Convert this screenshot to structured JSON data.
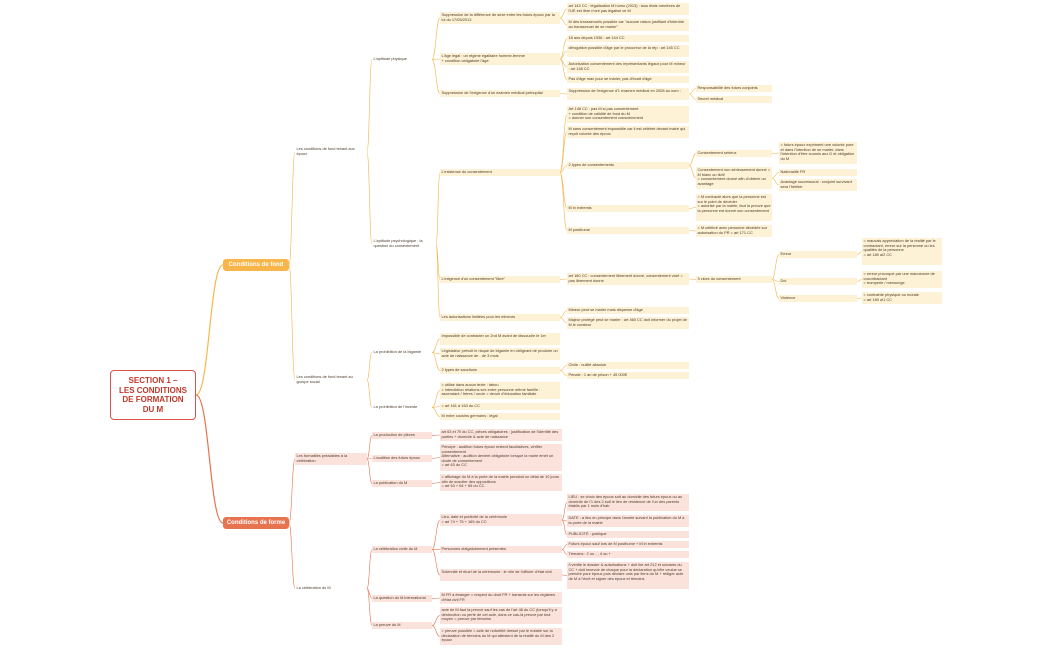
{
  "root": "SECTION 1 –\nLES CONDITIONS\nDE FORMATION\nDU M",
  "main": {
    "fond": "Conditions de fond",
    "forme": "Conditions de forme"
  },
  "fond": {
    "fond_epoux": "Les conditions de fond tenant aux époux",
    "fond_social": "Les conditions de fond tenant au groupe social",
    "aptitude_physique": "L'aptitude physique",
    "aptitude_psy": "L'aptitude psychologique : la question du consentement",
    "prohibition_bigamie": "La prohibition de la bigamie",
    "prohibition_inceste": "La prohibition de l'inceste",
    "suppression_sexe": "Suppression de la différence de sexe entre les futurs époux par la loi du 17/05/2013",
    "art143": "art 143 CC : légalisation M homo (2013) : tous états membres de l'UE est libre n'ont pas légalisé ce M",
    "m_transsexuels": "M des transsexuels possible car \"aucune raison justifiant d'interdire au transsexuel de se marier\"",
    "age_legal": "L'âge légal : un régime égalitaire homme-femme\n+ condition obligatoire l'âge",
    "age_18": "18 ans depuis 1936 : art 144 CC",
    "derogation_age": "dérogation possible d'âge par le procureur de la rép : art 145 CC",
    "autorisation_mineur": "Autorisation consentement des représentants légaux pour M mineur : art 148 CC",
    "pas_age_max": "Pas d'âge max pour se marier, pas d'écart d'âge",
    "suppression_examen": "Suppression de l'exigence d'un examen médical prénuptial",
    "suppression_2008": "Suppression de l'exigence d'1 examen médical en 2008 au nom :",
    "responsabilite": "Responsabilité des futurs conjoints",
    "secret_medical": "Secret médical",
    "existence_consentement": "L'existence du consentement",
    "art146": "Art 146 CC : pas M si pas consentement\n+ condition de validité de fond du M\n= donner son consentement consciemment",
    "m_sans_consentement": "M sans consentement impossible car il est célébré devant maire qui reçoit volonté des époux",
    "deux_types_consentements": "2 types de consentements",
    "consentement_serieux": "Consentement sérieux",
    "futurs_epoux_expriment": "= futurs époux expriment une volonté pure et dans l'intention de se marier, dans l'intention d'être soumis aux D et obligation du M",
    "consentement_non_serieux": "Consentement non sérieusement donné = M blanc ou fictif\n= consentement donné afin d'obtenir un avantage",
    "nationalite_fr": "Nationalité FR",
    "avantage_successoral": "Avantage successoral : conjoint survivant sera l'héritier",
    "m_in_extremis": "M in extremis",
    "m_contracte": "= M contracté alors que la personne est sur le point de décéder\n= autorisé par la mairie, faut la preuve que la personne est donné son consentement",
    "m_posthume": "M posthume",
    "m_celebre_posthume": "= M célébré avec personne décédée sur autorisation du PR = art 171 CC",
    "exigence_libre": "L'exigence d'un consentement \"libre\"",
    "art180": "art 180 CC : consentement librement donné, consentement vicié = pas librement donné",
    "trois_vices": "3 vices du consentement",
    "erreur": "Erreur",
    "erreur_desc": "= mauvais appréciation de la réalité par le contractant, erreur sur la personne ou les qualités de la personne\n= art 180 al2 CC",
    "dol": "Dol",
    "dol_desc": "= erreur provoqué par une manoeuvre de cocontractant\n= tromperie / mensonge",
    "violence": "Violence",
    "violence_desc": "= contrainte physique ou morale\n= art 180 al1 CC",
    "autorisations_mineurs": "Les autorisations limitées pour les mineurs",
    "mineur_marier": "Mineur peut se marier mais dispense d'âge",
    "majeur_protege": "Majeur protégé peut se marier : art 460 CC doit informer du projet de M le curateur",
    "impossibilite_2nd": "Impossible de contracter un 2nd M avant de dissoudre le 1er",
    "legislateur": "Législateur prévoit le risque de bigamie en obligeant de produire un acte de naissance de - de 3 mois",
    "deux_sanctions": "2 types de sanctions",
    "civile": "Civile : nullité absolue",
    "penale": "Pénale : 1 an de prison + 45 000€",
    "inceste_desc": "= utilisé dans aucun texte : tabou\n= interdiction relations sex entre personne même famille : ascendant / frères / oncle = devoir d'éducation familiale",
    "art161": "= art 161 à 163 du CC",
    "m_cousins": "M entre cousins germains : légal"
  },
  "forme": {
    "formalites_prealables": "Les formalités préalables à la célébration",
    "celebration_m": "La célébration du M",
    "production_pieces": "La production de pièces",
    "pieces_desc": "art 63 et 70 du CC, pièces obligatoires : justification de l'identité des parties + domicile & acte de naissance",
    "audition": "L'audition des futurs époux",
    "audition_desc": "Principe : audition futurs époux restent facultatives, vérifier consentement\nAlternative : audition devient obligatoire lorsque la maire émet un doute de consentement\n= art 63 du CC",
    "publication": "La publication du M",
    "publication_desc": "= affichage du M à la porte de la mairie pendant un délai de 10 jours afin de susciter des oppositions\n= art 63 + 64 + 65 du CC",
    "celebration_civile": "La célébration civile du M",
    "lieu_date": "Lieu, date et publicité de la cérémonie\n= art 74 + 75 + 165 du CC",
    "lieu_ubu": "LIEU : se choix des époux soit au domicile des futurs époux ou au domicile de l'1 des 2 soit le lieu de résidence de l'un des parents établis par 1 mois d'hab",
    "date": "DATE : a lieu en principe dans l'année suivant la publication du M à la porte de la mairie",
    "publicite": "PUBLICITÉ : publique",
    "personnes_presentes": "Personnes obligatoirement présentes",
    "futurs_epoux_sauf": "Futurs époux sauf lors de M posthume + M in extremis",
    "temoins": "Témoins : 2 ou - , 4 ou +",
    "solennite": "Solennité et rituel de la cérémonie : le rôle de l'officier d'état civil",
    "solennite_desc": "Il vérifie le dossier & autorisations + doit lire art 212 et suivants du CC + doit recevoir de chaque pour la déclaration qu'elle veulue se prendre pour époux puis déclare unis par liens du M + rédiger acte de M à l'écrit et signer des époux et témoins",
    "question_international": "La question du M international",
    "m_fr_etranger": "M FR à étranger = respect du droit FR + transmis sur les registres d'état civil FR",
    "preuve_m": "La preuve du M",
    "preuve_desc1": "acte de M faut la preuve sauf les cas de l'art 46 du CC (lorsqu'il y a destruction ou perte de cet acte, dans ce cas-là preuve par tout moyen = preuve par témoins",
    "preuve_desc2": "= preuve possible = acte de notoriété dressé par le notaire sur la déclaration de témoins du M qui attestent de la réalité du M des 2 époux"
  }
}
